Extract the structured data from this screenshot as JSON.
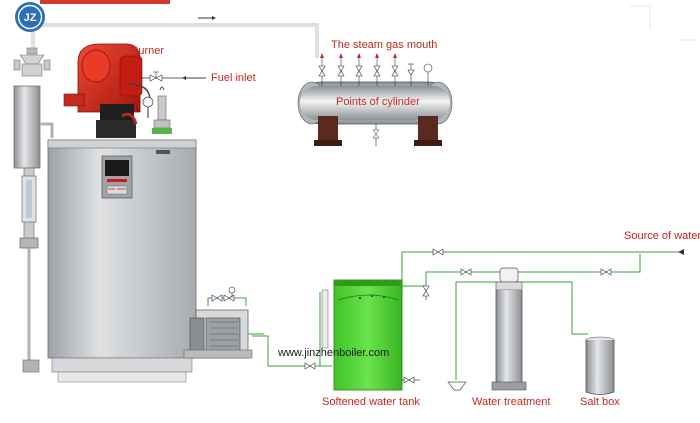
{
  "logo": {
    "letters": "JZ"
  },
  "labels": {
    "burner": "Burner",
    "fuel_inlet": "Fuel inlet",
    "steam_gas_mouth": "The steam gas mouth",
    "points_of_cylinder": "Points of cylinder",
    "source_of_water": "Source of water",
    "softened_water_tank": "Softened water tank",
    "water_treatment": "Water treatment",
    "salt_box": "Salt box"
  },
  "watermark": "www.jinzhenboiler.com",
  "control_panel": {
    "display_text": "0000 00000"
  },
  "colors": {
    "pipe": "#39a33a",
    "label_red": "#c8281e",
    "burner_red": "#d4281c",
    "tank_green": "#49d22e",
    "boiler_gray": "#b9bcbf"
  }
}
